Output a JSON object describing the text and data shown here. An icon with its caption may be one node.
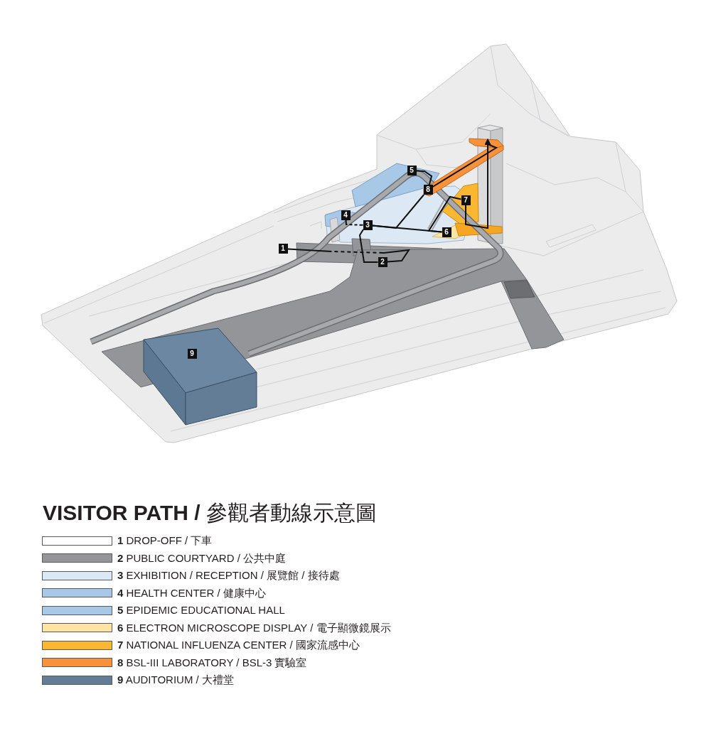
{
  "diagram": {
    "title": "**VISITOR PATH /** 參觀者動線示意圖",
    "nodes": [
      {
        "text": [
          "1"
        ]
      },
      {
        "text": [
          "2"
        ]
      },
      {
        "text": [
          "3"
        ]
      },
      {
        "text": [
          "4"
        ]
      },
      {
        "text": [
          "5"
        ]
      },
      {
        "text": [
          "6"
        ]
      },
      {
        "text": [
          "7"
        ]
      },
      {
        "text": [
          "8"
        ]
      },
      {
        "text": [
          "9"
        ]
      }
    ],
    "edges": [
      {
        "from": 0,
        "to": 1,
        "arrow": "none",
        "style": "dashed"
      },
      {
        "from": 1,
        "to": 2,
        "arrow": "none"
      },
      {
        "from": 2,
        "to": 3,
        "arrow": "none",
        "style": "dashed"
      },
      {
        "from": 2,
        "to": 5,
        "arrow": "none"
      },
      {
        "from": 2,
        "to": 7,
        "arrow": "none"
      },
      {
        "from": 7,
        "to": 4,
        "arrow": "none"
      },
      {
        "from": 5,
        "to": 6,
        "arrow": "none"
      },
      {
        "from": 6,
        "to": null,
        "arrow": "to"
      },
      {
        "from": 7,
        "to": null,
        "arrow": "to"
      }
    ],
    "legend": [
      {
        "text": "**1** DROP-OFF / 下車"
      },
      {
        "text": "**2** PUBLIC COURTYARD / 公共中庭",
        "color": "#939598"
      },
      {
        "text": "**3** EXHIBITION / RECEPTION / 展覽館 / 接待處",
        "color": "#dbe8f5"
      },
      {
        "text": "**4** HEALTH CENTER / 健康中心",
        "color": "#a8c8e8"
      },
      {
        "text": "**5** EPIDEMIC EDUCATIONAL HALL",
        "color": "#a8c8e8"
      },
      {
        "text": "**6** ELECTRON MICROSCOPE DISPLAY / 電子顯微鏡展示",
        "color": "#fde4a4"
      },
      {
        "text": "**7** NATIONAL INFLUENZA CENTER / 國家流感中心",
        "color": "#fbb731"
      },
      {
        "text": "**8** BSL-III LABORATORY / BSL-3 實驗室",
        "color": "#f7923a"
      },
      {
        "text": "**9** AUDITORIUM / 大禮堂",
        "color": "#637d97"
      }
    ]
  }
}
